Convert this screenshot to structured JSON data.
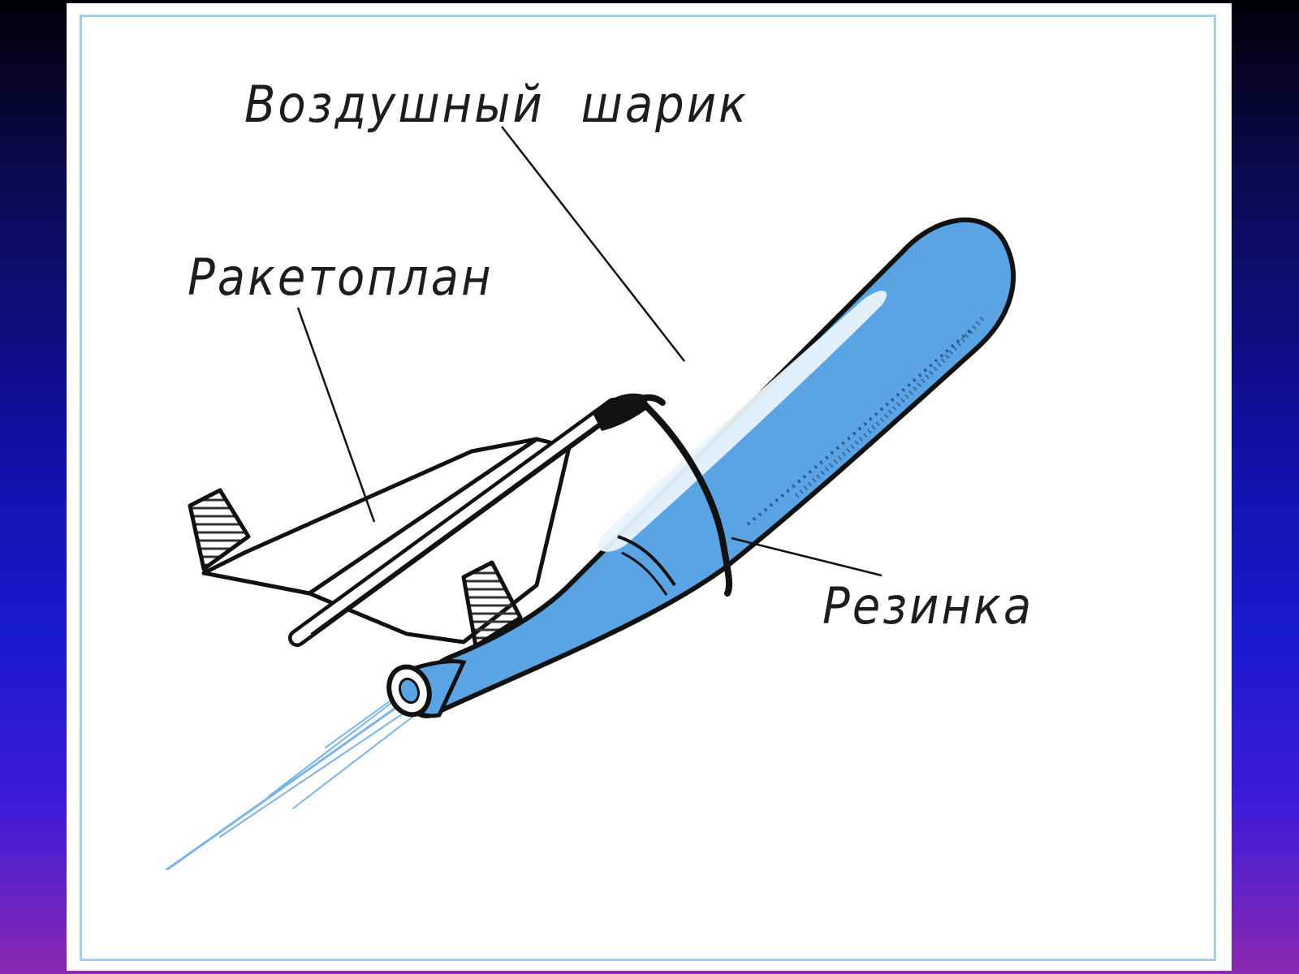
{
  "diagram": {
    "labels": {
      "balloon": "Воздушный шарик",
      "rocketplane": "Ракетоплан",
      "rubber_band": "Резинка"
    },
    "colors": {
      "balloon_fill": "#5aa4e4",
      "balloon_highlight": "#eaf4fc",
      "outline": "#111111",
      "jet_stream": "#7ab4ea",
      "frame_border": "#a9cbe8",
      "fin_hatch": "#333333"
    },
    "icons": {
      "balloon": "balloon-shape",
      "rocketplane": "paper-glider-shape",
      "rubber_band": "band-shape"
    }
  }
}
